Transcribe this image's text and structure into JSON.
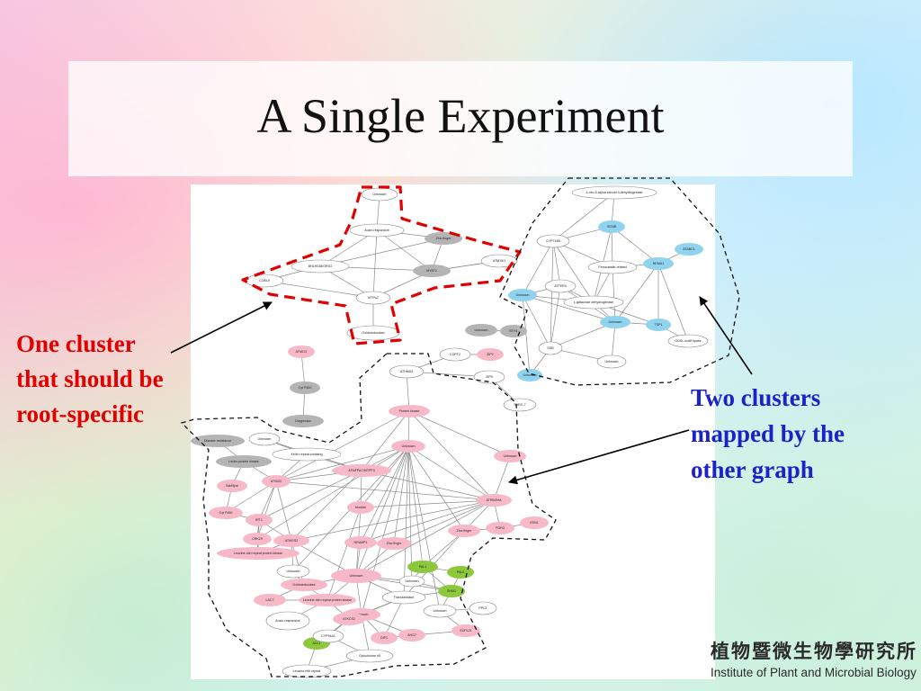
{
  "slide": {
    "title": "A Single Experiment"
  },
  "annotations": {
    "left_label_lines": [
      "One cluster",
      "that should be",
      "root-specific"
    ],
    "right_label_lines": [
      "Two clusters",
      "mapped by the",
      "other graph"
    ],
    "left_label_color": "#e00000",
    "right_label_color": "#1a22c8",
    "cluster_outline_color": "#e00000"
  },
  "footer": {
    "chinese": "植物暨微生物學研究所",
    "english": "Institute of Plant and Microbial Biology"
  },
  "network": {
    "node_colors": {
      "white": "#ffffff",
      "gray": "#b4b4b4",
      "pink": "#f7b9c8",
      "blue": "#8fd3ee",
      "green": "#8cc83c"
    },
    "nodes": [
      {
        "label": "Unknown",
        "color": "white"
      },
      {
        "label": "Auxin-responsive",
        "color": "white"
      },
      {
        "label": "Zinc finger",
        "color": "gray"
      },
      {
        "label": "BHLH038/ORG2",
        "color": "white"
      },
      {
        "label": "ATM15/1",
        "color": "white"
      },
      {
        "label": "MYB72",
        "color": "gray"
      },
      {
        "label": "COBL9",
        "color": "white"
      },
      {
        "label": "MTPc2",
        "color": "white"
      },
      {
        "label": "Oxidoreductase",
        "color": "white"
      },
      {
        "label": "Unknown",
        "color": "gray"
      },
      {
        "label": "BTH1",
        "color": "gray"
      },
      {
        "label": "COPT2",
        "color": "white"
      },
      {
        "label": "ZIP2",
        "color": "pink"
      },
      {
        "label": "ATMCG",
        "color": "pink"
      },
      {
        "label": "Cyt P450",
        "color": "gray"
      },
      {
        "label": "Oxygenase",
        "color": "gray"
      },
      {
        "label": "ATHMA3",
        "color": "white"
      },
      {
        "label": "ZIP9",
        "color": "white"
      },
      {
        "label": "SHRC-7",
        "color": "white"
      },
      {
        "label": "Protein kinase",
        "color": "pink"
      },
      {
        "label": "Disease resistance",
        "color": "gray"
      },
      {
        "label": "Unknown",
        "color": "white"
      },
      {
        "label": "Kelch repeat-containg",
        "color": "white"
      },
      {
        "label": "Leuke protein kinase",
        "color": "gray"
      },
      {
        "label": "Unknown",
        "color": "pink"
      },
      {
        "label": "Unknown",
        "color": "pink"
      },
      {
        "label": "ATMFPAC/MTFP3",
        "color": "pink"
      },
      {
        "label": "SabMpsi",
        "color": "pink"
      },
      {
        "label": "ATSt2D",
        "color": "pink"
      },
      {
        "label": "ATRBOHA",
        "color": "pink"
      },
      {
        "label": "Cyt P450",
        "color": "pink"
      },
      {
        "label": "IRT1",
        "color": "pink"
      },
      {
        "label": "Nodulin",
        "color": "pink"
      },
      {
        "label": "CRK29",
        "color": "pink"
      },
      {
        "label": "ATMGS2",
        "color": "pink"
      },
      {
        "label": "NRAMP1",
        "color": "pink"
      },
      {
        "label": "Zinc finger",
        "color": "pink"
      },
      {
        "label": "Zinc finger",
        "color": "pink"
      },
      {
        "label": "PGR3",
        "color": "pink"
      },
      {
        "label": "EEN1",
        "color": "pink"
      },
      {
        "label": "Leucine-rich repeat protein kinase",
        "color": "pink"
      },
      {
        "label": "Unknown",
        "color": "white"
      },
      {
        "label": "Unknown",
        "color": "pink"
      },
      {
        "label": "Oxidoreductase",
        "color": "pink"
      },
      {
        "label": "PAL1",
        "color": "green"
      },
      {
        "label": "PAL2",
        "color": "green"
      },
      {
        "label": "Unknown",
        "color": "white"
      },
      {
        "label": "SHM1",
        "color": "green"
      },
      {
        "label": "Leucine-rich repeat protein kinase",
        "color": "pink"
      },
      {
        "label": "Transketolase",
        "color": "white"
      },
      {
        "label": "LAC7",
        "color": "pink"
      },
      {
        "label": "Auxin-responsive",
        "color": "white"
      },
      {
        "label": "Unknown",
        "color": "pink"
      },
      {
        "label": "Unknown",
        "color": "white"
      },
      {
        "label": "PPC1",
        "color": "white"
      },
      {
        "label": "ATKCS2",
        "color": "pink"
      },
      {
        "label": "ACL1",
        "color": "green"
      },
      {
        "label": "CYP94A1",
        "color": "white"
      },
      {
        "label": "DIP1",
        "color": "pink"
      },
      {
        "label": "AHG7",
        "color": "pink"
      },
      {
        "label": "SCPL21",
        "color": "pink"
      },
      {
        "label": "Cytochrome b5",
        "color": "white"
      },
      {
        "label": "Leucine-rich repeat",
        "color": "white"
      },
      {
        "label": "3-oxo-5-alpha-steroid 4-dehydrogenase",
        "color": "white"
      },
      {
        "label": "SGNB",
        "color": "blue"
      },
      {
        "label": "CYP71B5",
        "color": "white"
      },
      {
        "label": "ATABC1",
        "color": "blue"
      },
      {
        "label": "HEMA1",
        "color": "blue"
      },
      {
        "label": "Ferrocatalin-related",
        "color": "white"
      },
      {
        "label": "ATFER4",
        "color": "white"
      },
      {
        "label": "Unknown",
        "color": "blue"
      },
      {
        "label": "L-galactose dehydrogenase",
        "color": "white"
      },
      {
        "label": "Unknown",
        "color": "blue"
      },
      {
        "label": "TSP1",
        "color": "blue"
      },
      {
        "label": "GDSL-motif lipase",
        "color": "white"
      },
      {
        "label": "SDB",
        "color": "white"
      },
      {
        "label": "Unknown",
        "color": "white"
      },
      {
        "label": "Unknown",
        "color": "blue"
      }
    ]
  }
}
